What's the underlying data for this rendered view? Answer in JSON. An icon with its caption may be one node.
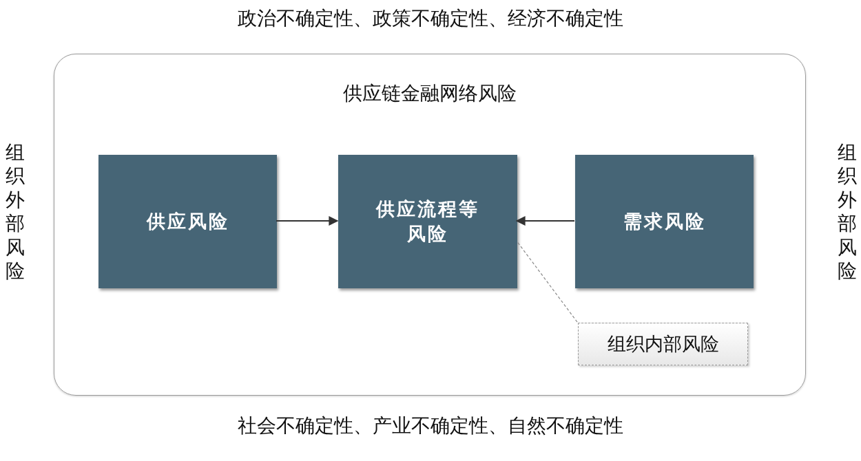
{
  "diagram": {
    "nodes": [
      {
        "text": [
          "供应链金融网络风险"
        ]
      },
      {
        "text": [
          "供应风险"
        ],
        "in": 0
      },
      {
        "text": [
          "供应流程等风险"
        ],
        "in": 0
      },
      {
        "text": [
          "需求风险"
        ],
        "in": 0
      },
      {
        "text": [
          "组织内部风险"
        ],
        "in": 0
      }
    ],
    "edges": [
      {
        "from": 1,
        "to": 2,
        "arrow": "to"
      },
      {
        "from": 3,
        "to": 2,
        "arrow": "to"
      },
      {
        "from": 4,
        "to": 2,
        "arrow": "none",
        "style": "dashed"
      }
    ],
    "labels": [
      "政治不确定性、政策不确定性、经济不确定性",
      "组织外部风险",
      "组织外部风险",
      "社会不确定性、产业不确定性、自然不确定性"
    ]
  }
}
